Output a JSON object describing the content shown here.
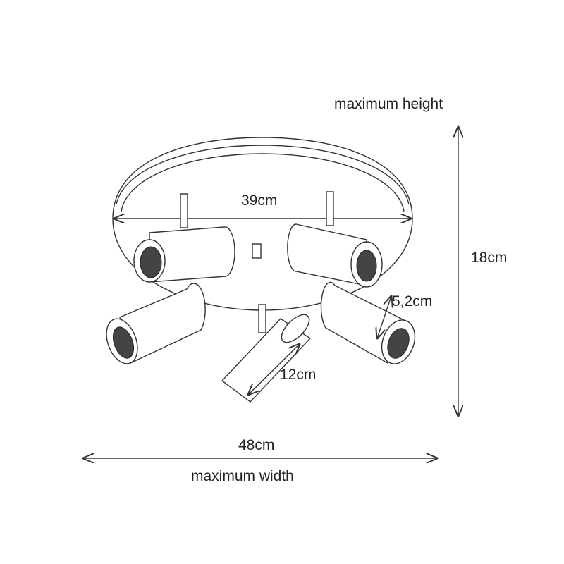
{
  "labels": {
    "max_height_caption": "maximum height",
    "plate_diameter": "39cm",
    "height": "18cm",
    "spot_diameter": "5,2cm",
    "spot_length": "12cm",
    "width": "48cm",
    "max_width_caption": "maximum width"
  }
}
